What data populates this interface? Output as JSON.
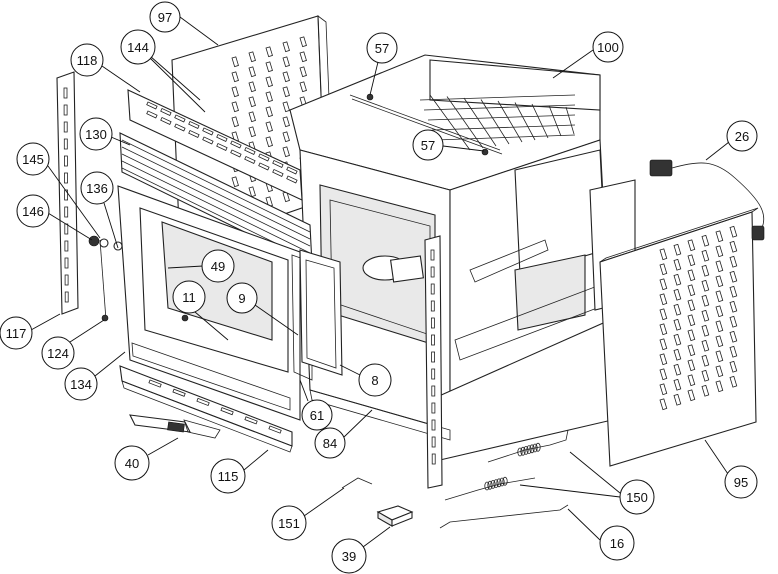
{
  "callouts": [
    {
      "id": "97",
      "label": "97"
    },
    {
      "id": "144",
      "label": "144"
    },
    {
      "id": "57a",
      "label": "57"
    },
    {
      "id": "100",
      "label": "100"
    },
    {
      "id": "118",
      "label": "118"
    },
    {
      "id": "130",
      "label": "130"
    },
    {
      "id": "57b",
      "label": "57"
    },
    {
      "id": "26",
      "label": "26"
    },
    {
      "id": "145",
      "label": "145"
    },
    {
      "id": "136",
      "label": "136"
    },
    {
      "id": "146",
      "label": "146"
    },
    {
      "id": "49",
      "label": "49"
    },
    {
      "id": "11",
      "label": "11"
    },
    {
      "id": "9",
      "label": "9"
    },
    {
      "id": "8",
      "label": "8"
    },
    {
      "id": "117",
      "label": "117"
    },
    {
      "id": "124",
      "label": "124"
    },
    {
      "id": "134",
      "label": "134"
    },
    {
      "id": "61",
      "label": "61"
    },
    {
      "id": "84",
      "label": "84"
    },
    {
      "id": "95",
      "label": "95"
    },
    {
      "id": "40",
      "label": "40"
    },
    {
      "id": "115",
      "label": "115"
    },
    {
      "id": "150",
      "label": "150"
    },
    {
      "id": "151",
      "label": "151"
    },
    {
      "id": "39",
      "label": "39"
    },
    {
      "id": "16",
      "label": "16"
    }
  ]
}
